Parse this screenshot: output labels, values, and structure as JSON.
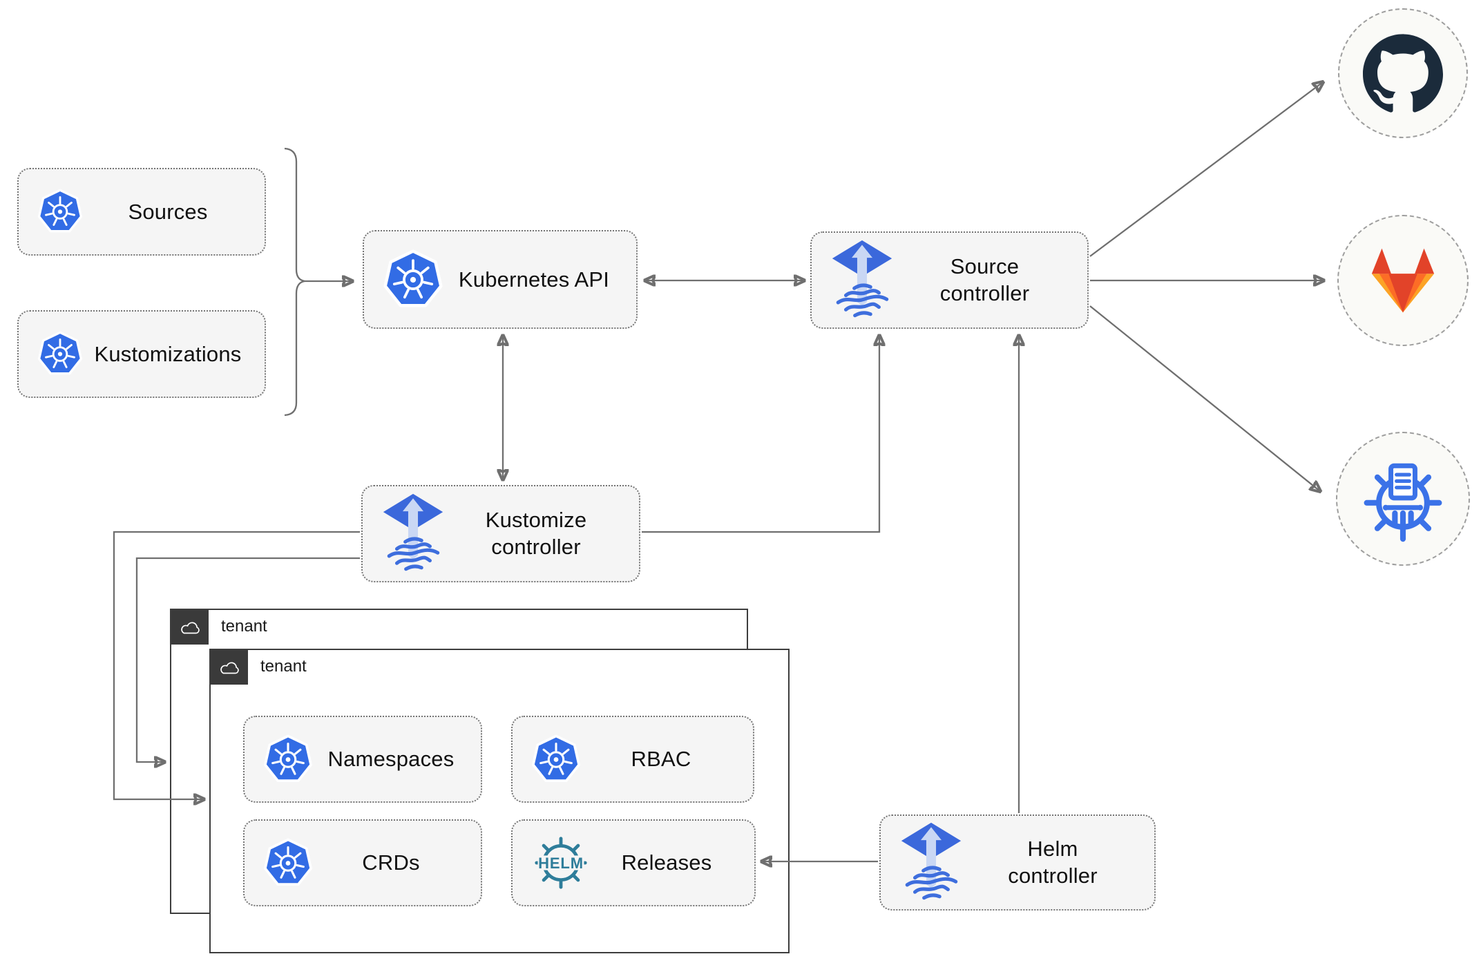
{
  "diagram": {
    "type": "architecture-diagram",
    "nodes": {
      "sources": {
        "label": "Sources",
        "icon": "kubernetes-icon"
      },
      "kustomizations": {
        "label": "Kustomizations",
        "icon": "kubernetes-icon"
      },
      "kubernetes_api": {
        "label": "Kubernetes API",
        "icon": "kubernetes-icon"
      },
      "source_controller": {
        "label": "Source controller",
        "icon": "flux-icon"
      },
      "kustomize_controller": {
        "label": "Kustomize controller",
        "icon": "flux-icon"
      },
      "helm_controller": {
        "label": "Helm controller",
        "icon": "flux-icon"
      },
      "tenant_back": {
        "label": "tenant",
        "icon": "cloud-icon"
      },
      "tenant_front": {
        "label": "tenant",
        "icon": "cloud-icon"
      },
      "namespaces": {
        "label": "Namespaces",
        "icon": "kubernetes-icon"
      },
      "rbac": {
        "label": "RBAC",
        "icon": "kubernetes-icon"
      },
      "crds": {
        "label": "CRDs",
        "icon": "kubernetes-icon"
      },
      "releases": {
        "label": "Releases",
        "icon": "helm-icon"
      },
      "github": {
        "icon": "github-octocat-icon"
      },
      "gitlab": {
        "icon": "gitlab-fox-icon"
      },
      "helm_repository": {
        "icon": "helm-repository-icon"
      }
    },
    "icons": {
      "helm_wordmark": "HELM"
    },
    "edges": [
      {
        "from": "sources+kustomizations brace",
        "to": "kubernetes_api",
        "style": "arrow"
      },
      {
        "from": "kubernetes_api",
        "to": "source_controller",
        "style": "double-arrow"
      },
      {
        "from": "kubernetes_api",
        "to": "kustomize_controller",
        "style": "double-arrow"
      },
      {
        "from": "kustomize_controller",
        "to": "source_controller",
        "style": "arrow"
      },
      {
        "from": "kustomize_controller",
        "to": "tenant_back",
        "style": "arrow"
      },
      {
        "from": "kustomize_controller",
        "to": "tenant_front",
        "style": "arrow"
      },
      {
        "from": "helm_controller",
        "to": "source_controller",
        "style": "arrow"
      },
      {
        "from": "helm_controller",
        "to": "releases",
        "style": "arrow"
      },
      {
        "from": "source_controller",
        "to": "github",
        "style": "arrow"
      },
      {
        "from": "source_controller",
        "to": "gitlab",
        "style": "arrow"
      },
      {
        "from": "source_controller",
        "to": "helm_repository",
        "style": "arrow"
      }
    ],
    "colors": {
      "kubernetes_blue": "#326CE5",
      "flux_blue": "#3B68DB",
      "flux_arrow_light": "#C9D7F4",
      "helm_teal": "#2E7D9A",
      "github_dark": "#1B2B3B",
      "gitlab_red": "#E24329",
      "gitlab_orange": "#FC6D26",
      "gitlab_yellow": "#FCA326",
      "helm_repository_blue": "#3B72E8",
      "node_fill": "#F5F5F5",
      "node_border": "#757575",
      "tenant_border": "#3D3D3D",
      "tenant_tab": "#3A3A3A",
      "edge_gray": "#6F6F6F",
      "circle_fill": "#FAFAF7",
      "circle_border": "#9E9E9E"
    }
  }
}
